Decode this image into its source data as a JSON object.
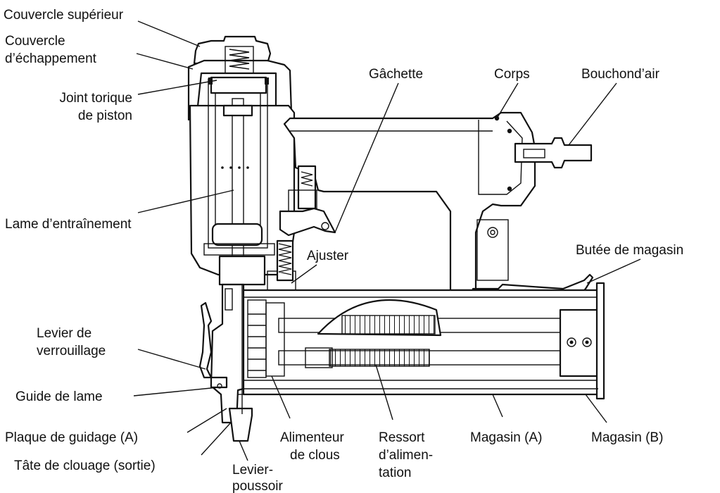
{
  "labels": {
    "couvercle_superieur": "Couvercle supérieur",
    "couvercle_echappement_1": "Couvercle",
    "couvercle_echappement_2": "d’échappement",
    "joint_torique_1": "Joint torique",
    "joint_torique_2": "de piston",
    "gachette": "Gâchette",
    "corps": "Corps",
    "bouchon_air": "Bouchond’air",
    "lame_entrainement": "Lame d’entraînement",
    "ajuster": "Ajuster",
    "butee_magasin": "Butée de magasin",
    "levier_verrouillage_1": "Levier de",
    "levier_verrouillage_2": "verrouillage",
    "guide_lame": "Guide de lame",
    "plaque_guidage": "Plaque de guidage (A)",
    "tete_clouage": "Tâte de clouage (sortie)",
    "levier_poussoir_1": "Levier-",
    "levier_poussoir_2": "poussoir",
    "alimenteur_1": "Alimenteur",
    "alimenteur_2": "de clous",
    "ressort_1": "Ressort",
    "ressort_2": "d’alimen-",
    "ressort_3": "tation",
    "magasin_a": "Magasin (A)",
    "magasin_b": "Magasin (B)"
  }
}
